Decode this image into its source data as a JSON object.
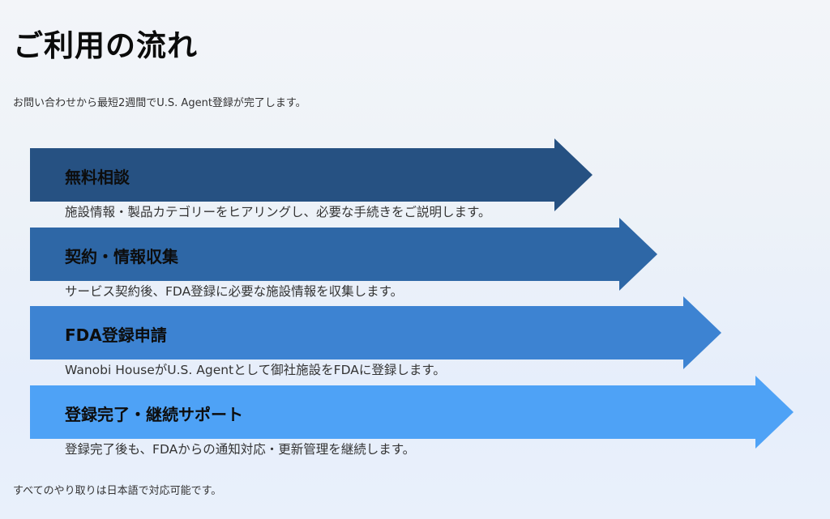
{
  "page": {
    "title": "ご利用の流れ",
    "intro": "お問い合わせから最短2週間でU.S. Agent登録が完了します。",
    "footer": "すべてのやり取りは日本語で対応可能です。"
  },
  "steps": [
    {
      "title": "無料相談",
      "description": "施設情報・製品カテゴリーをヒアリングし、必要な手続きをご説明します。",
      "color": "#265182"
    },
    {
      "title": "契約・情報収集",
      "description": "サービス契約後、FDA登録に必要な施設情報を収集します。",
      "color": "#2e67a6"
    },
    {
      "title": "FDA登録申請",
      "description": "Wanobi HouseがU.S. Agentとして御社施設をFDAに登録します。",
      "color": "#3d83d2"
    },
    {
      "title": "登録完了・継続サポート",
      "description": "登録完了後も、FDAからの通知対応・更新管理を継続します。",
      "color": "#4ea2f6"
    }
  ]
}
